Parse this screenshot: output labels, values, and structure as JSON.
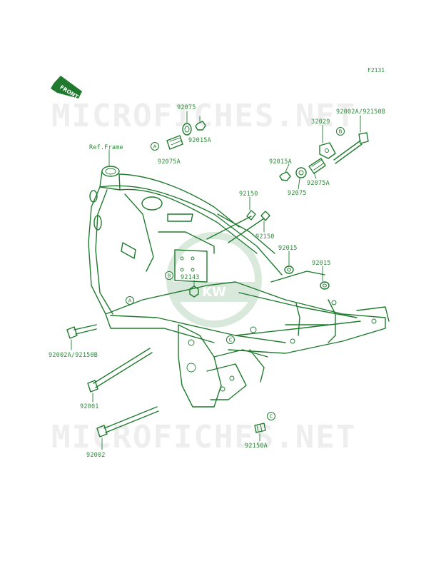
{
  "figure_id": "F2131",
  "front_badge": "FRONT",
  "watermark": {
    "top": "MICROFICHES.NET",
    "bottom": "MICROFICHES.NET",
    "logo_text": "KW"
  },
  "labels": {
    "ref_frame": "Ref.Frame",
    "p92075": "92075",
    "p92015A_top": "92015A",
    "p92075A_left": "92075A",
    "p92002A_92150B_top": "92002A/92150B",
    "p32029": "32029",
    "p92015A_mid": "92015A",
    "p92075A_right": "92075A",
    "p92075_right": "92075",
    "p92150_a": "92150",
    "p92150_b": "92150",
    "p92015_a": "92015",
    "p92143": "92143",
    "p92015_b": "92015",
    "p92002A_92150B_left": "92002A/92150B",
    "p92001": "92001",
    "p92002": "92002",
    "p92150A": "92150A"
  },
  "callouts": {
    "a": "A",
    "b": "B",
    "c": "C"
  },
  "colors": {
    "line": "#1f7a2e",
    "label": "#2f8a3b",
    "watermark": "#eeeeee"
  }
}
